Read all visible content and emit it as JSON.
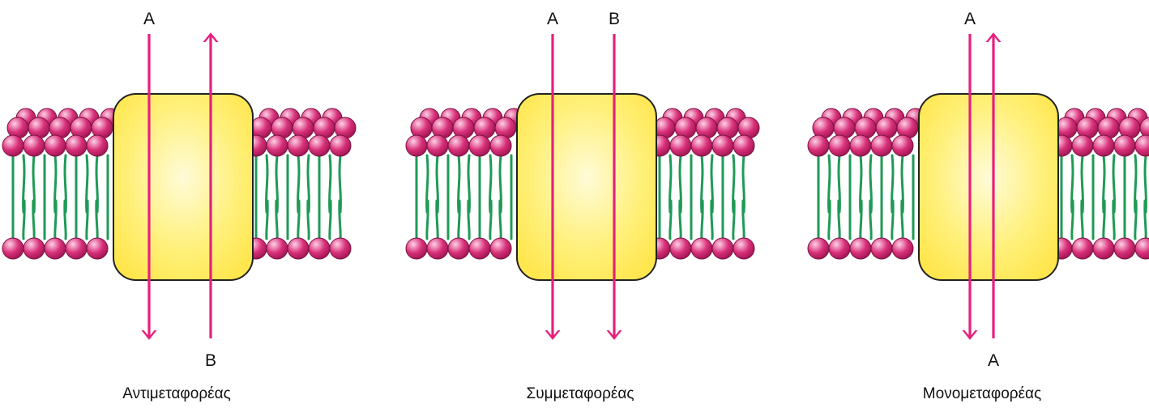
{
  "colors": {
    "lipid_head": "#d8307a",
    "lipid_head_highlight": "#ffd0e6",
    "lipid_tail": "#1f9a56",
    "protein_fill": "#ffe64d",
    "protein_highlight": "#fffbd8",
    "protein_stroke": "#222222",
    "arrow": "#e6207e"
  },
  "panels": [
    {
      "name": "antiporter",
      "caption": "Αντιμεταφορέας",
      "arrows": [
        {
          "direction": "down",
          "top_label": "A",
          "bottom_label": ""
        },
        {
          "direction": "up",
          "top_label": "",
          "bottom_label": "B"
        }
      ]
    },
    {
      "name": "symporter",
      "caption": "Συμμεταφορέας",
      "arrows": [
        {
          "direction": "down",
          "top_label": "A",
          "bottom_label": ""
        },
        {
          "direction": "down",
          "top_label": "B",
          "bottom_label": ""
        }
      ]
    },
    {
      "name": "uniporter",
      "caption": "Μονομεταφορέας",
      "arrows": [
        {
          "direction": "down",
          "top_label": "A",
          "bottom_label": ""
        },
        {
          "direction": "up",
          "top_label": "",
          "bottom_label": "A"
        }
      ]
    }
  ]
}
